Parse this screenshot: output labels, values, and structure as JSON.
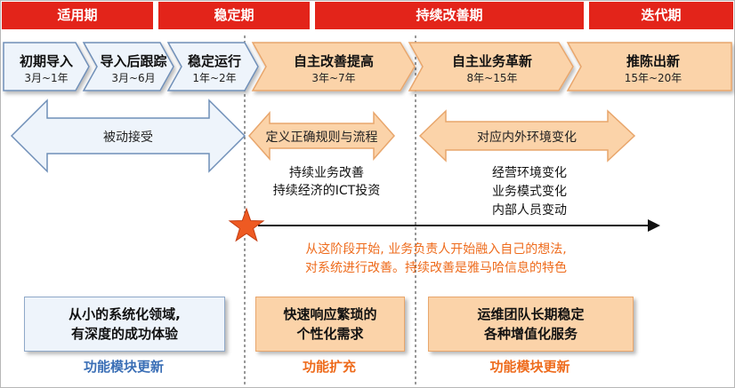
{
  "phases": {
    "p1": "适用期",
    "p2": "稳定期",
    "p3": "持续改善期",
    "p4": "迭代期"
  },
  "stages": [
    {
      "title": "初期导入",
      "period": "3月~1年"
    },
    {
      "title": "导入后跟踪",
      "period": "3月~6月"
    },
    {
      "title": "稳定运行",
      "period": "1年~2年"
    },
    {
      "title": "自主改善提高",
      "period": "3年~7年"
    },
    {
      "title": "自主业务革新",
      "period": "8年~15年"
    },
    {
      "title": "推陈出新",
      "period": "15年~20年"
    }
  ],
  "arrows": {
    "passive": "被动接受",
    "define_rules": "定义正确规则与流程",
    "adapt_env": "对应内外环境变化"
  },
  "bullets_mid": [
    "持续业务改善",
    "持续经济的ICT投资"
  ],
  "bullets_right": [
    "经营环境变化",
    "业务模式变化",
    "内部人员变动"
  ],
  "note": [
    "从这阶段开始, 业务负责人开始融入自己的想法,",
    "对系统进行改善。持续改善是雅马哈信息的特色"
  ],
  "boxes": {
    "left": [
      "从小的系统化领域,",
      "有深度的成功体验"
    ],
    "mid": [
      "快速响应繁琐的",
      "个性化需求"
    ],
    "right": [
      "运维团队长期稳定",
      "各种增值化服务"
    ]
  },
  "bottom": {
    "left": "功能模块更新",
    "mid": "功能扩充",
    "right": "功能模块更新"
  },
  "colors": {
    "red": "#e3241a",
    "orange_text": "#ee6b1c",
    "blue_text": "#3b6fb6",
    "blue_fill": "#eef4fb",
    "blue_stroke": "#6f8fb8",
    "orange_fill": "#fbd3a9",
    "orange_stroke": "#e8a66c"
  },
  "icons": {
    "start_marker": "star-icon",
    "timeline_arrow": "arrow-right-icon"
  }
}
